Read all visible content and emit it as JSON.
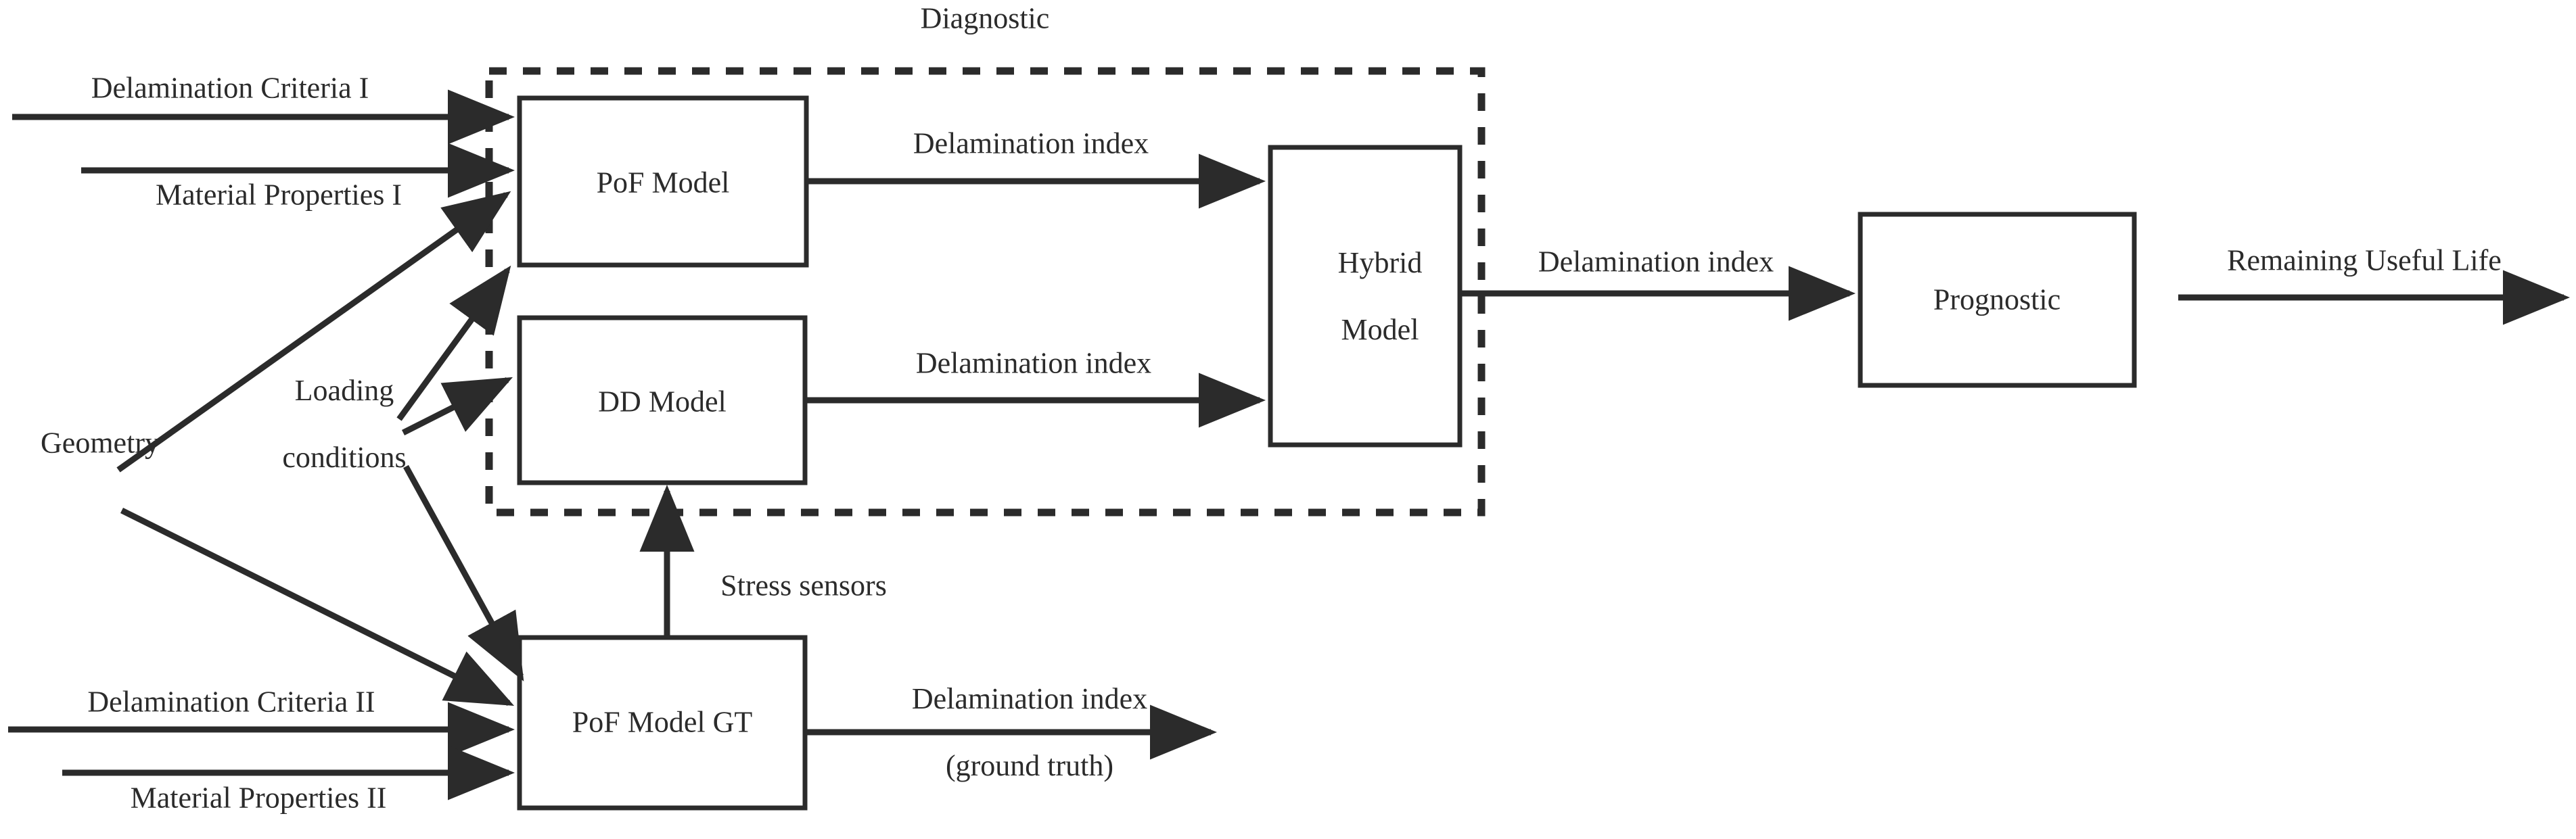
{
  "diagram": {
    "title": "Hybrid diagnostic and prognostic framework for delamination",
    "type": "flowchart",
    "stroke_color": "#2b2b2b",
    "background_color": "#ffffff",
    "groups": [
      {
        "id": "diagnostic",
        "label": "Diagnostic",
        "border_style": "dashed",
        "contains": [
          "pof-model",
          "dd-model",
          "hybrid-model"
        ]
      }
    ],
    "nodes": [
      {
        "id": "pof-model",
        "label": "PoF Model",
        "shape": "rectangle"
      },
      {
        "id": "dd-model",
        "label": "DD Model",
        "shape": "rectangle"
      },
      {
        "id": "hybrid-model",
        "label": "Hybrid\nModel",
        "line1": "Hybrid",
        "line2": "Model",
        "shape": "rectangle"
      },
      {
        "id": "prognostic",
        "label": "Prognostic",
        "shape": "rectangle"
      },
      {
        "id": "pof-model-gt",
        "label": "PoF Model GT",
        "shape": "rectangle"
      }
    ],
    "inputs": [
      {
        "id": "delamination-criteria-1",
        "label": "Delamination Criteria I",
        "target": "pof-model"
      },
      {
        "id": "material-properties-1",
        "label": "Material Properties I",
        "target": "pof-model"
      },
      {
        "id": "geometry",
        "label": "Geometry",
        "targets": [
          "pof-model",
          "pof-model-gt"
        ]
      },
      {
        "id": "loading-conditions",
        "label": "Loading\nconditions",
        "line1": "Loading",
        "line2": "conditions",
        "targets": [
          "pof-model",
          "dd-model",
          "pof-model-gt"
        ]
      },
      {
        "id": "delamination-criteria-2",
        "label": "Delamination Criteria II",
        "target": "pof-model-gt"
      },
      {
        "id": "material-properties-2",
        "label": "Material Properties II",
        "target": "pof-model-gt"
      }
    ],
    "edges": [
      {
        "id": "pof-to-hybrid",
        "label": "Delamination index",
        "from": "pof-model",
        "to": "hybrid-model"
      },
      {
        "id": "dd-to-hybrid",
        "label": "Delamination index",
        "from": "dd-model",
        "to": "hybrid-model"
      },
      {
        "id": "hybrid-to-prognostic",
        "label": "Delamination index",
        "from": "hybrid-model",
        "to": "prognostic"
      },
      {
        "id": "prognostic-out",
        "label": "Remaining Useful Life",
        "from": "prognostic",
        "to": null
      },
      {
        "id": "gt-to-dd",
        "label": "Stress sensors",
        "from": "pof-model-gt",
        "to": "dd-model"
      },
      {
        "id": "gt-out",
        "label": "Delamination index\n(ground truth)",
        "line1": "Delamination index",
        "line2": "(ground truth)",
        "from": "pof-model-gt",
        "to": null
      }
    ]
  }
}
